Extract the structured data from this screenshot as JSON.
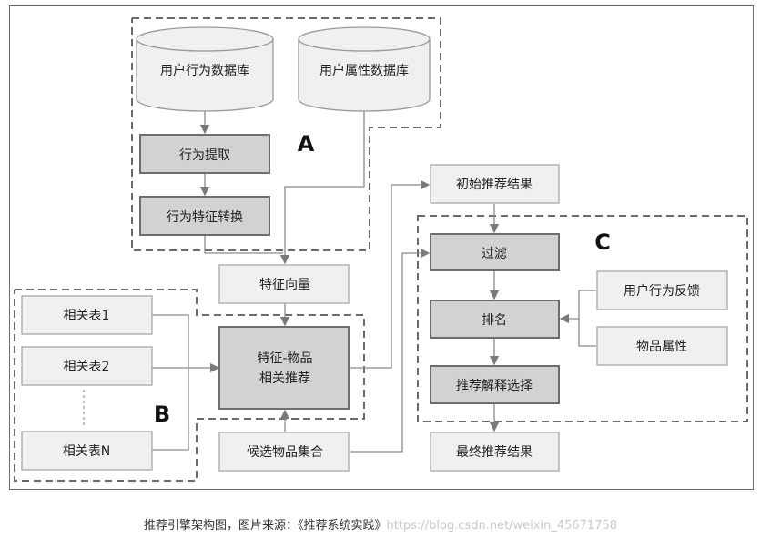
{
  "diagram": {
    "nodes": {
      "db_behavior": "用户行为数据库",
      "db_attr": "用户属性数据库",
      "extract": "行为提取",
      "transform": "行为特征转换",
      "feature_vec": "特征向量",
      "rel1": "相关表1",
      "rel2": "相关表2",
      "relN": "相关表N",
      "feature_item_l1": "特征-物品",
      "feature_item_l2": "相关推荐",
      "candidates": "候选物品集合",
      "initial": "初始推荐结果",
      "filter": "过滤",
      "rank": "排名",
      "explain": "推荐解释选择",
      "feedback": "用户行为反馈",
      "item_attr": "物品属性",
      "final": "最终推荐结果"
    },
    "regions": {
      "a": "A",
      "b": "B",
      "c": "C"
    }
  },
  "caption": {
    "text": "推荐引擎架构图，图片来源：《推荐系统实践》",
    "watermark": "https://blog.csdn.net/weixin_45671758"
  }
}
